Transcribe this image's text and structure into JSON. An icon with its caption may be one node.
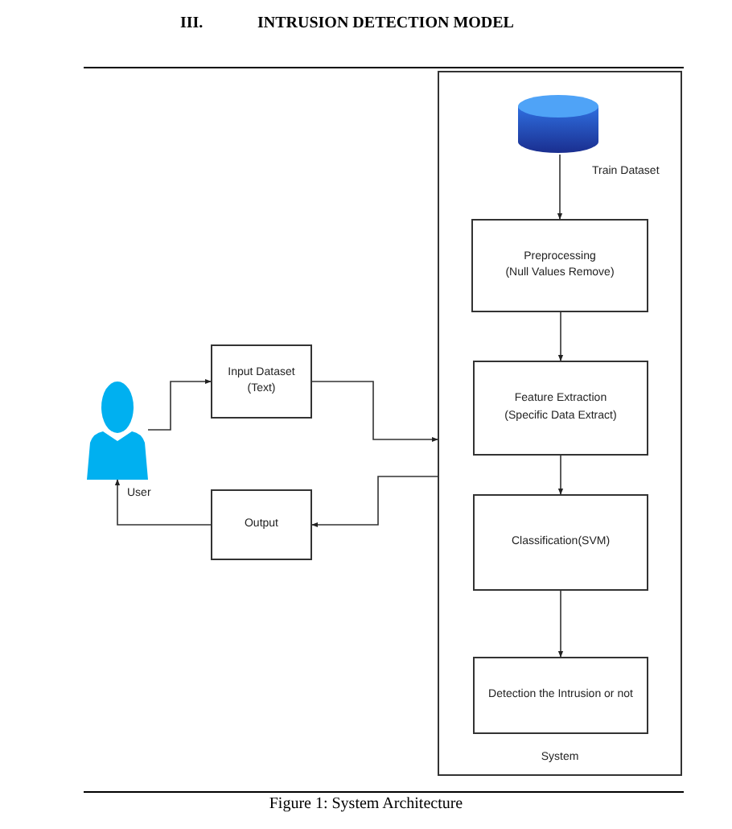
{
  "diagram": {
    "title": "INTRUSION DETECTION MODEL",
    "caption": "Figure 1: System Architecture",
    "nodes": [
      {
        "text": [
          "System"
        ]
      },
      {
        "text": [],
        "shape": "cylinder",
        "in": 0,
        "beside": [
          "Train Dataset"
        ]
      },
      {
        "text": [
          "Preprocessing",
          "(Null Values Remove)"
        ],
        "in": 0
      },
      {
        "text": [
          "Feature Extraction",
          "(Specific Data  Extract)"
        ],
        "in": 0
      },
      {
        "text": [
          "Classification(SVM)"
        ],
        "in": 0
      },
      {
        "text": [
          "Detection the Intrusion or not"
        ],
        "in": 0
      },
      {
        "text": [],
        "shape": "person",
        "beside": [
          "User"
        ]
      },
      {
        "text": [
          "Input Dataset",
          "(Text)"
        ]
      },
      {
        "text": [
          "Output"
        ]
      }
    ],
    "edges": [
      {
        "from": 1,
        "to": 2,
        "arrow": "to"
      },
      {
        "from": 2,
        "to": 3,
        "arrow": "to"
      },
      {
        "from": 3,
        "to": 4,
        "arrow": "to"
      },
      {
        "from": 4,
        "to": 5,
        "arrow": "to"
      },
      {
        "from": 6,
        "to": 7,
        "arrow": "to"
      },
      {
        "from": 7,
        "to": 0,
        "arrow": "to"
      },
      {
        "from": 0,
        "to": 8,
        "arrow": "to"
      },
      {
        "from": 8,
        "to": 6,
        "arrow": "to"
      }
    ],
    "labels": [
      "III."
    ]
  }
}
